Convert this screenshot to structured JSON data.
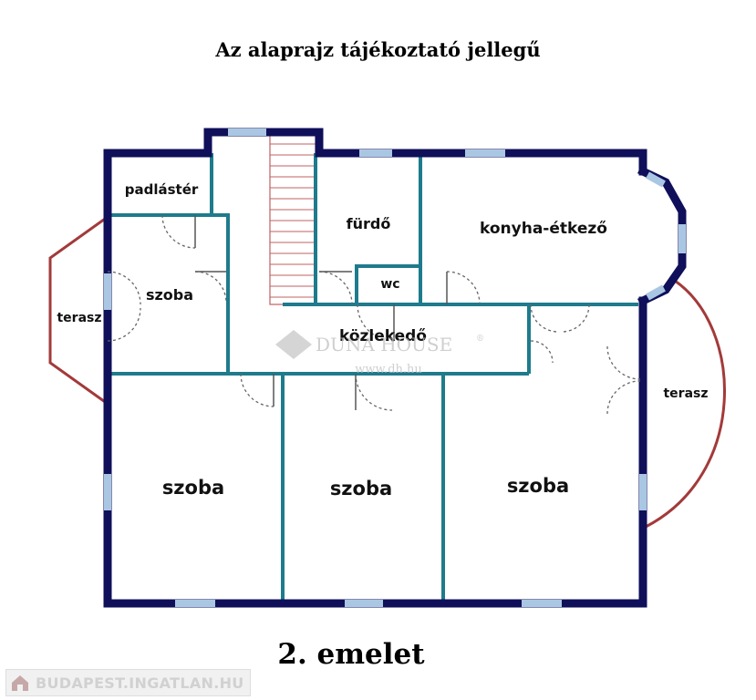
{
  "title": "Az alaprajz tájékoztató jellegű",
  "floor_label": "2. emelet",
  "rooms": {
    "padlaster": "padlástér",
    "szoba_small": "szoba",
    "terasz_left": "terasz",
    "furdo": "fürdő",
    "wc": "wc",
    "konyha": "konyha-étkező",
    "kozlekedo": "közlekedő",
    "terasz_right": "terasz",
    "szoba_1": "szoba",
    "szoba_2": "szoba",
    "szoba_3": "szoba"
  },
  "watermark": {
    "brand": "DUNA HOUSE",
    "registered": "®",
    "url": "www.dh.hu"
  },
  "logo_text": "BUDAPEST.INGATLAN.HU",
  "colors": {
    "outer_wall": "#0f0f5a",
    "inner_wall": "#1e7b8c",
    "window": "#a9c7e3",
    "terrace_line": "#a33a3a",
    "stairs": "#c06060"
  }
}
